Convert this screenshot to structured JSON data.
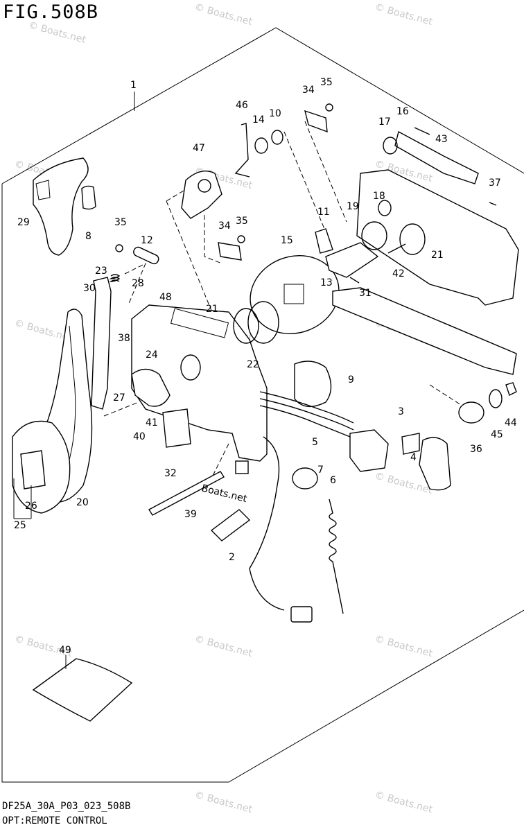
{
  "figure": {
    "title": "FIG.508B",
    "code": "DF25A_30A_P03_023_508B",
    "caption": "OPT:REMOTE CONTROL"
  },
  "watermark": {
    "text": "© Boats.net",
    "inline_text": "Boats.net"
  },
  "callouts": {
    "c1": "1",
    "c2": "2",
    "c3": "3",
    "c4": "4",
    "c5": "5",
    "c6": "6",
    "c7": "7",
    "c8": "8",
    "c9": "9",
    "c10": "10",
    "c11": "11",
    "c12": "12",
    "c13": "13",
    "c14": "14",
    "c15": "15",
    "c16": "16",
    "c17": "17",
    "c18": "18",
    "c19": "19",
    "c20": "20",
    "c21a": "21",
    "c21b": "21",
    "c22": "22",
    "c23": "23",
    "c24": "24",
    "c25": "25",
    "c26": "26",
    "c27": "27",
    "c28": "28",
    "c29": "29",
    "c30": "30",
    "c31": "31",
    "c32": "32",
    "c34a": "34",
    "c34b": "34",
    "c35a": "35",
    "c35b": "35",
    "c35c": "35",
    "c36": "36",
    "c37": "37",
    "c38": "38",
    "c39": "39",
    "c40": "40",
    "c41": "41",
    "c42": "42",
    "c43": "43",
    "c44": "44",
    "c45": "45",
    "c46": "46",
    "c47": "47",
    "c48": "48",
    "c49": "49"
  }
}
